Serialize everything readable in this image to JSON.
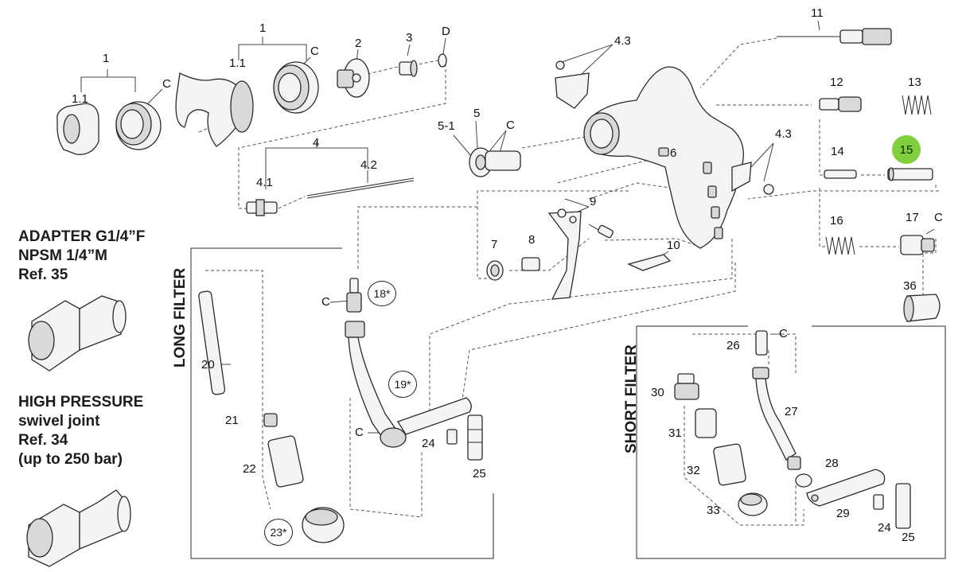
{
  "labels": {
    "l1a": "1",
    "l1_1a": "1.1",
    "lCa": "C",
    "l1b": "1",
    "l1_1b": "1.1",
    "lCb": "C",
    "l2": "2",
    "l3": "3",
    "lD": "D",
    "l4": "4",
    "l4_1": "4.1",
    "l4_2": "4.2",
    "l5": "5",
    "l5_1": "5-1",
    "lC5": "C",
    "l4_3a": "4.3",
    "l4_3b": "4.3",
    "l6": "6",
    "l7": "7",
    "l8": "8",
    "l9": "9",
    "l10": "10",
    "l11": "11",
    "l12": "12",
    "l13": "13",
    "l14": "14",
    "l15": "15",
    "l16": "16",
    "l17": "17",
    "lC17": "C",
    "l36": "36",
    "l18": "18*",
    "lC18": "C",
    "l19": "19*",
    "lC19": "C",
    "l20": "20",
    "l21": "21",
    "l22": "22",
    "l23": "23*",
    "l24a": "24",
    "l25a": "25",
    "l26": "26",
    "lC26": "C",
    "l27": "27",
    "l28": "28",
    "l29": "29",
    "l30": "30",
    "l31": "31",
    "l32": "32",
    "l33": "33",
    "l24b": "24",
    "l25b": "25"
  },
  "adapter_note": [
    "ADAPTER G1/4”F",
    "NPSM 1/4”M",
    "Ref. 35"
  ],
  "swivel_note": [
    "HIGH PRESSURE",
    "swivel joint",
    "Ref. 34",
    "(up to 250 bar)"
  ],
  "long_filter": "LONG FILTER",
  "short_filter": "SHORT  FILTER",
  "highlight_color": "#7fcf3f"
}
